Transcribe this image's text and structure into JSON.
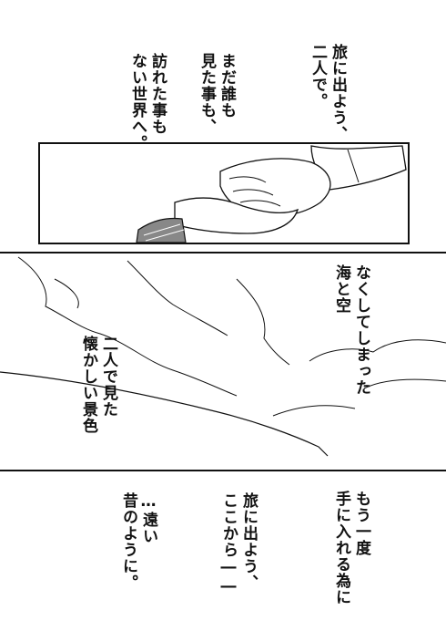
{
  "top_text": {
    "col1": "旅に出よう、",
    "col2": "二人で。",
    "col3": "まだ誰も",
    "col4": "見た事も、",
    "col5": "訪れた事も",
    "col6": "ない世界へ。"
  },
  "middle_text": {
    "right_col1": "なくしてしまった",
    "right_col2": "海と空",
    "left_col1": "二人で見た",
    "left_col2": "懐かしい景色"
  },
  "bottom_text": {
    "right_col1": "もう一度",
    "right_col2": "手に入れる為に",
    "mid_col1": "旅に出よう、",
    "mid_col2": "ここから――",
    "left_col1": "…遠い",
    "left_col2": "昔のように。"
  },
  "colors": {
    "ink": "#111111",
    "paper": "#ffffff"
  }
}
